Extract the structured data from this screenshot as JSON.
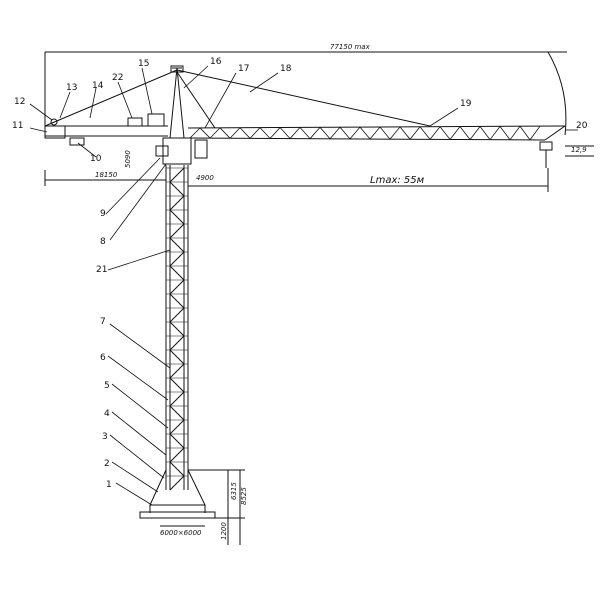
{
  "diagram": {
    "top_dimension": "77150 max",
    "counter_jib_dimension": "18150",
    "jib_length_label": "Lmax: 55м",
    "small_dim_a": "4900",
    "small_dim_b": "5090",
    "right_dim": "12,9",
    "base_size": "6000×6000",
    "base_dims": [
      "8525",
      "6315",
      "1200"
    ],
    "parts": [
      "1",
      "2",
      "3",
      "4",
      "5",
      "6",
      "7",
      "8",
      "9",
      "10",
      "11",
      "12",
      "13",
      "14",
      "15",
      "16",
      "17",
      "18",
      "19",
      "20",
      "21",
      "22"
    ]
  }
}
